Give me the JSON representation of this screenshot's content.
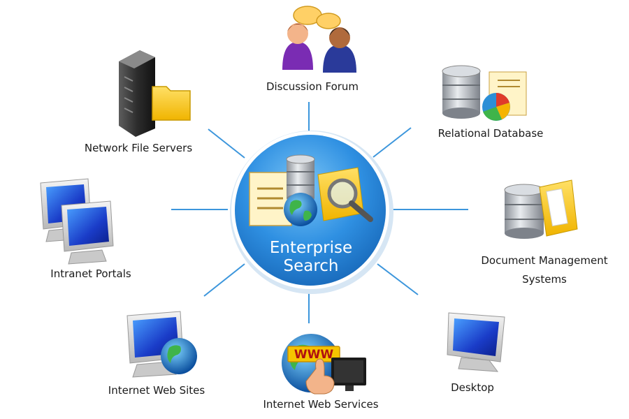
{
  "hub": {
    "line1": "Enterprise",
    "line2": "Search",
    "icon": "search-document-database-globe-icon"
  },
  "nodes": {
    "discussion_forum": {
      "label": "Discussion Forum",
      "icon": "people-chat-icon"
    },
    "relational_database": {
      "label": "Relational Database",
      "icon": "database-chart-icon"
    },
    "document_management": {
      "label_line1": "Document Management",
      "label_line2": "Systems",
      "icon": "database-folder-icon"
    },
    "desktop": {
      "label": "Desktop",
      "icon": "monitor-icon"
    },
    "internet_web_services": {
      "label": "Internet Web Services",
      "icon": "www-hand-monitor-icon"
    },
    "internet_web_sites": {
      "label": "Internet Web Sites",
      "icon": "monitor-globe-icon"
    },
    "intranet_portals": {
      "label": "Intranet Portals",
      "icon": "two-monitors-icon"
    },
    "network_file_servers": {
      "label": "Network File Servers",
      "icon": "server-folder-icon"
    }
  },
  "colors": {
    "hub": "#2e8fe0",
    "connector": "#3c96dc"
  }
}
